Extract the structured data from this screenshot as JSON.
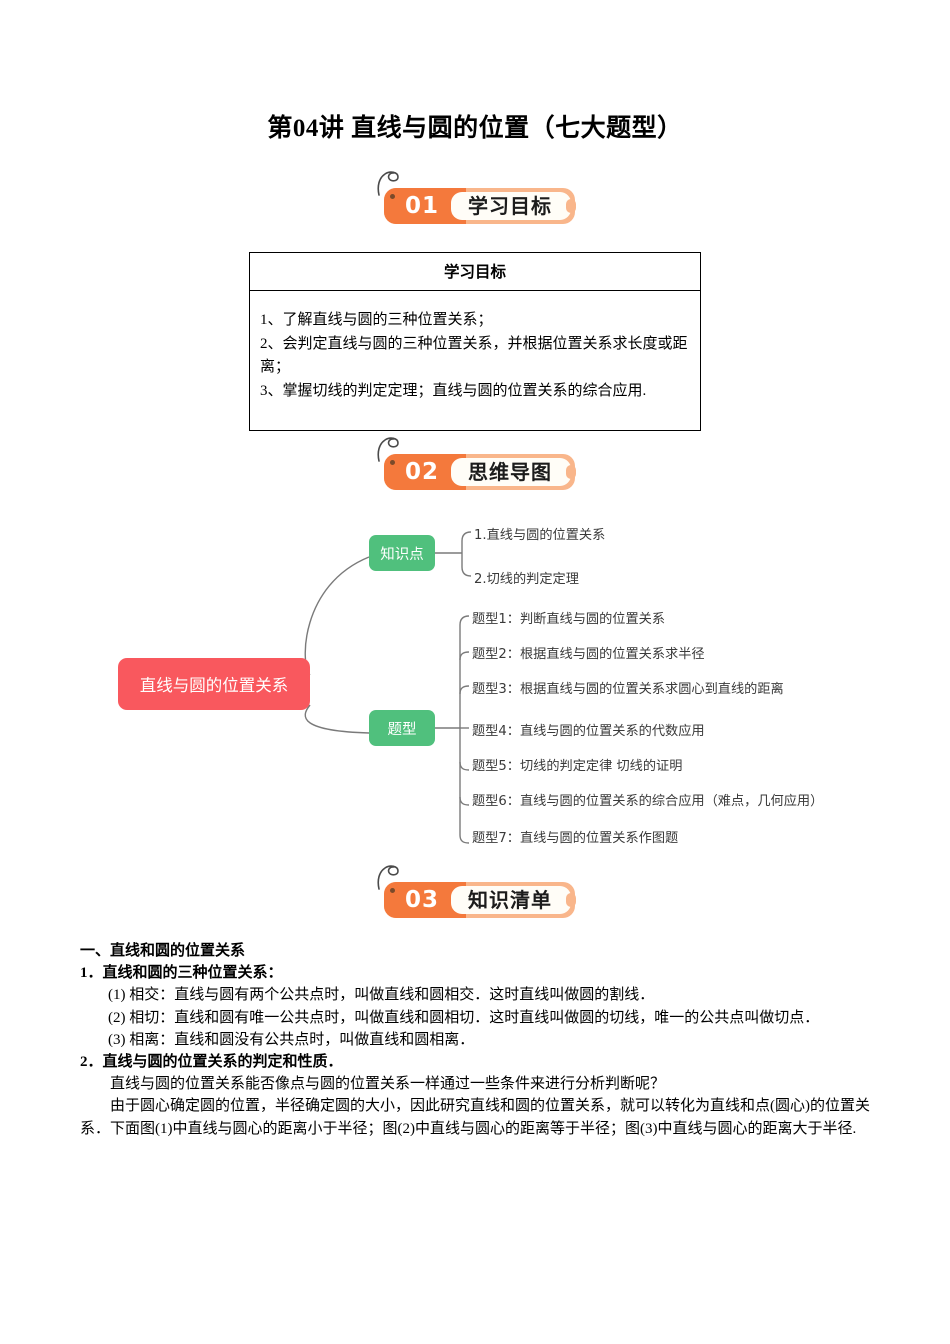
{
  "document": {
    "title": "第04讲  直线与圆的位置（七大题型）"
  },
  "sections": [
    {
      "number": "01",
      "label": "学习目标"
    },
    {
      "number": "02",
      "label": "思维导图"
    },
    {
      "number": "03",
      "label": "知识清单"
    }
  ],
  "objectives": {
    "header": "学习目标",
    "items": [
      "1、了解直线与圆的三种位置关系；",
      "2、会判定直线与圆的三种位置关系，并根据位置关系求长度或距离；",
      "3、掌握切线的判定定理；直线与圆的位置关系的综合应用."
    ]
  },
  "mindmap": {
    "root": "直线与圆的位置关系",
    "branches": [
      {
        "label": "知识点",
        "leaves": [
          "1.直线与圆的位置关系",
          "2.切线的判定定理"
        ]
      },
      {
        "label": "题型",
        "leaves": [
          "题型1：判断直线与圆的位置关系",
          "题型2：根据直线与圆的位置关系求半径",
          "题型3：根据直线与圆的位置关系求圆心到直线的距离",
          "题型4：直线与圆的位置关系的代数应用",
          "题型5：切线的判定定律 切线的证明",
          "题型6：直线与圆的位置关系的综合应用（难点，几何应用）",
          "题型7：直线与圆的位置关系作图题"
        ]
      }
    ],
    "colors": {
      "root": "#f9585e",
      "branch": "#50c07d",
      "connector": "#7a7a7a"
    }
  },
  "knowledge": {
    "heading1": "一、直线和圆的位置关系",
    "sub1_heading": "1．直线和圆的三种位置关系：",
    "sub1_items": [
      "(1)  相交：直线与圆有两个公共点时，叫做直线和圆相交．这时直线叫做圆的割线．",
      "(2)  相切：直线和圆有唯一公共点时，叫做直线和圆相切．这时直线叫做圆的切线，唯一的公共点叫做切点．",
      "(3)  相离：直线和圆没有公共点时，叫做直线和圆相离．"
    ],
    "sub2_heading": "2．直线与圆的位置关系的判定和性质．",
    "sub2_paras": [
      "直线与圆的位置关系能否像点与圆的位置关系一样通过一些条件来进行分析判断呢？",
      "由于圆心确定圆的位置，半径确定圆的大小，因此研究直线和圆的位置关系，就可以转化为直线和点(圆心)的位置关系．下面图(1)中直线与圆心的距离小于半径；图(2)中直线与圆心的距离等于半径；图(3)中直线与圆心的距离大于半径."
    ]
  },
  "theme": {
    "banner_orange": "#f4793c",
    "banner_frame": "#f9b68b",
    "banner_pill": "#fffdf7"
  }
}
